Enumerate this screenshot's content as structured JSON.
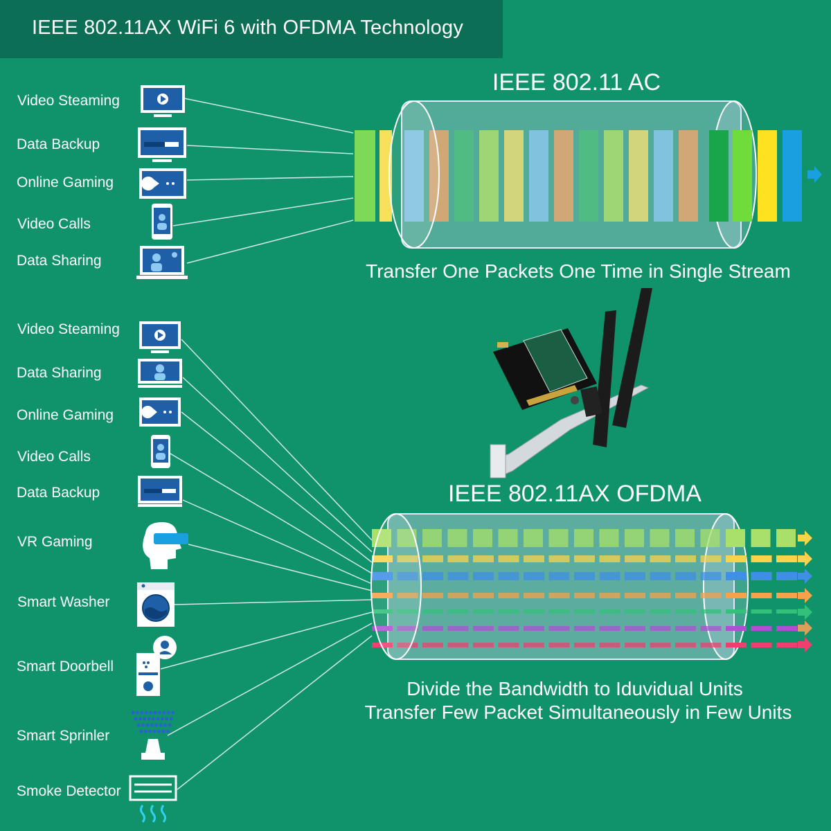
{
  "banner": {
    "title": "IEEE 802.11AX WiFi 6 with OFDMA Technology"
  },
  "ac": {
    "heading": "IEEE 802.11 AC",
    "caption": "Transfer One Packets One Time in Single Stream",
    "devices": [
      {
        "label": "Video Steaming",
        "icon": "video-streaming-icon"
      },
      {
        "label": "Data Backup",
        "icon": "data-backup-icon"
      },
      {
        "label": "Online Gaming",
        "icon": "online-gaming-icon"
      },
      {
        "label": "Video Calls",
        "icon": "video-call-phone-icon"
      },
      {
        "label": "Data Sharing",
        "icon": "data-sharing-laptop-icon"
      }
    ],
    "packet_colors": [
      "#7ed957",
      "#f7e15a",
      "#8ec9f2",
      "#f5a66b",
      "#4fc27d",
      "#b4e36a",
      "#f6e272",
      "#8ec9f2",
      "#f5a66b",
      "#4fc27d",
      "#b4e36a",
      "#f6e272",
      "#8ec9f2",
      "#f5a66b",
      "#19a54a",
      "#6fdc3c",
      "#ffe21f",
      "#1aa0e0"
    ]
  },
  "ax": {
    "heading": "IEEE 802.11AX OFDMA",
    "caption_line1": "Divide the Bandwidth to Iduvidual Units",
    "caption_line2": "Transfer Few Packet Simultaneously in Few Units",
    "devices": [
      {
        "label": "Video Steaming",
        "icon": "video-streaming-icon"
      },
      {
        "label": "Data Sharing",
        "icon": "data-sharing-monitor-icon"
      },
      {
        "label": "Online Gaming",
        "icon": "online-gaming-icon"
      },
      {
        "label": "Video Calls",
        "icon": "video-call-phone-icon"
      },
      {
        "label": "Data Backup",
        "icon": "data-backup-icon"
      },
      {
        "label": "VR Gaming",
        "icon": "vr-headset-icon"
      },
      {
        "label": "Smart Washer",
        "icon": "washing-machine-icon"
      },
      {
        "label": "Smart Doorbell",
        "icon": "doorbell-icon"
      },
      {
        "label": "Smart Sprinler",
        "icon": "sprinkler-icon"
      },
      {
        "label": "Smoke Detector",
        "icon": "smoke-detector-icon"
      }
    ],
    "lane_colors": [
      "#a8e06a",
      "#f7d44c",
      "#3f8fe6",
      "#f5a24a",
      "#33c07a",
      "#b04fd6",
      "#ef3f6f"
    ],
    "arrow_colors": [
      "#f7d44c",
      "#f7d44c",
      "#3f8fe6",
      "#f5a24a",
      "#33c07a",
      "#d9a05a",
      "#ef3f6f"
    ]
  },
  "adapter": {
    "icon": "pcie-wifi-adapter-icon"
  },
  "colors": {
    "background": "#10926a",
    "banner": "#0b6e55",
    "monitor": "#1f5fa8",
    "tube": "#cfd8f2"
  }
}
